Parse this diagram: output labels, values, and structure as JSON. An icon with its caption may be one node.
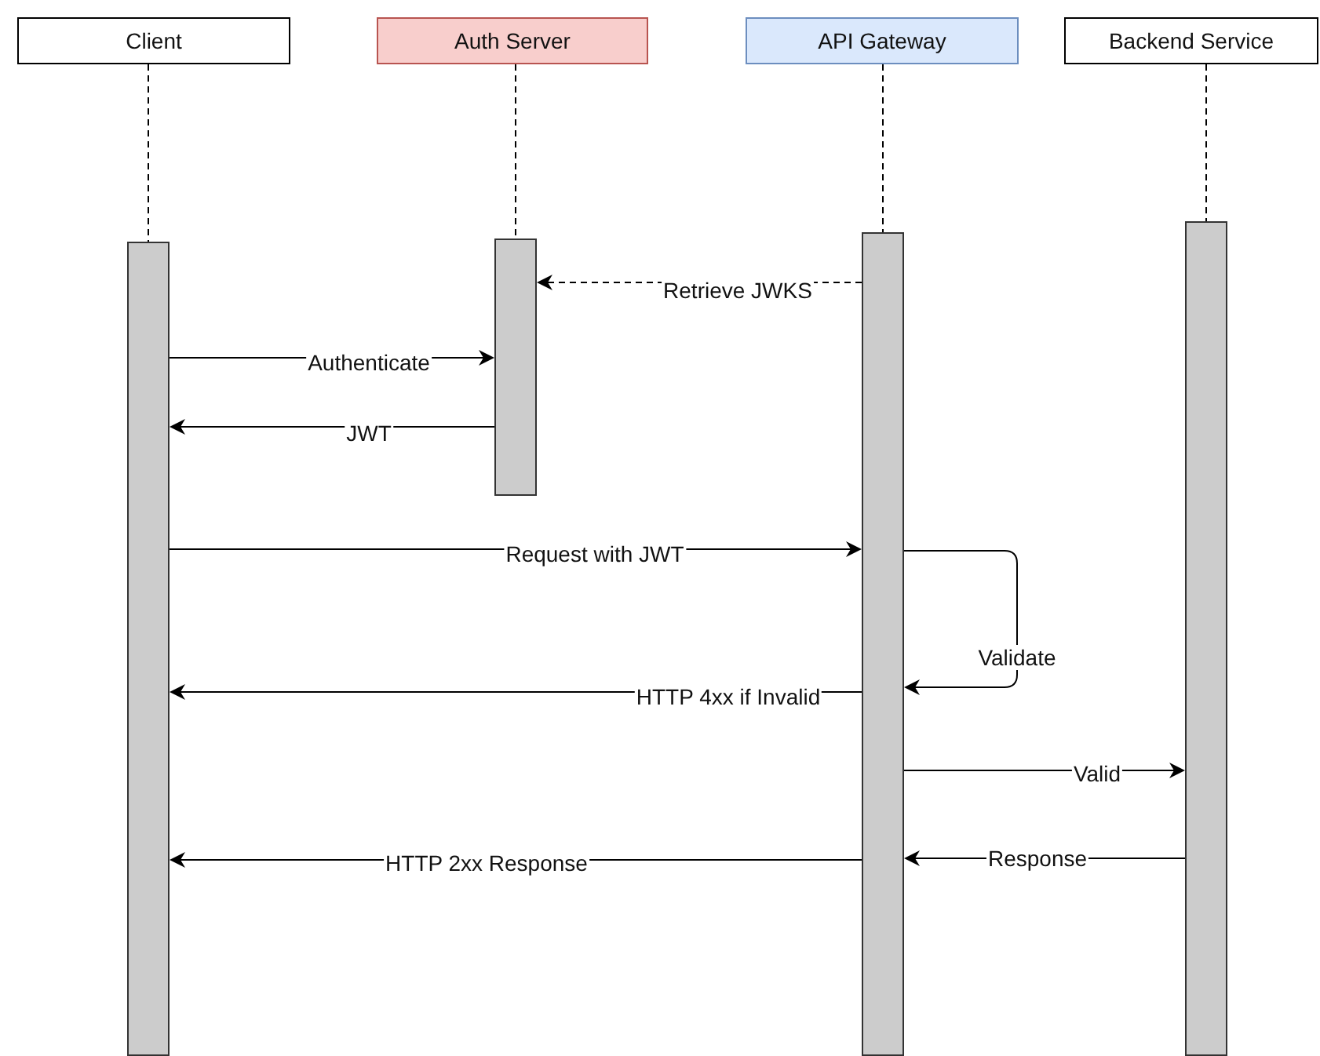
{
  "diagram": {
    "nodes": [
      {
        "text": [
          "Client"
        ]
      },
      {
        "text": [
          "Auth Server"
        ]
      },
      {
        "text": [
          "API Gateway"
        ]
      },
      {
        "text": [
          "Backend Service"
        ]
      },
      {
        "text": [],
        "shape": "bar"
      },
      {
        "text": [],
        "shape": "bar"
      },
      {
        "text": [],
        "shape": "bar"
      },
      {
        "text": [],
        "shape": "bar"
      }
    ],
    "edges": [
      {
        "from": 0,
        "to": 4,
        "arrow": "none",
        "style": "dashed"
      },
      {
        "from": 1,
        "to": 5,
        "arrow": "none",
        "style": "dashed"
      },
      {
        "from": 2,
        "to": 6,
        "arrow": "none",
        "style": "dashed"
      },
      {
        "from": 3,
        "to": 7,
        "arrow": "none",
        "style": "dashed"
      },
      {
        "from": 6,
        "to": 5,
        "label": "Retrieve JWKS",
        "arrow": "to",
        "style": "dashed"
      },
      {
        "from": 4,
        "to": 5,
        "label": "Authenticate",
        "arrow": "to"
      },
      {
        "from": 5,
        "to": 4,
        "label": "JWT",
        "arrow": "to"
      },
      {
        "from": 4,
        "to": 6,
        "label": "Request with JWT",
        "arrow": "to"
      },
      {
        "from": 6,
        "to": 6,
        "label": "Validate",
        "arrow": "to"
      },
      {
        "from": 6,
        "to": 4,
        "label": "HTTP 4xx if Invalid",
        "arrow": "to"
      },
      {
        "from": 6,
        "to": 7,
        "label": "Valid",
        "arrow": "to"
      },
      {
        "from": 7,
        "to": 6,
        "label": "Response",
        "arrow": "to"
      },
      {
        "from": 6,
        "to": 4,
        "label": "HTTP 2xx Response",
        "arrow": "to"
      }
    ]
  }
}
